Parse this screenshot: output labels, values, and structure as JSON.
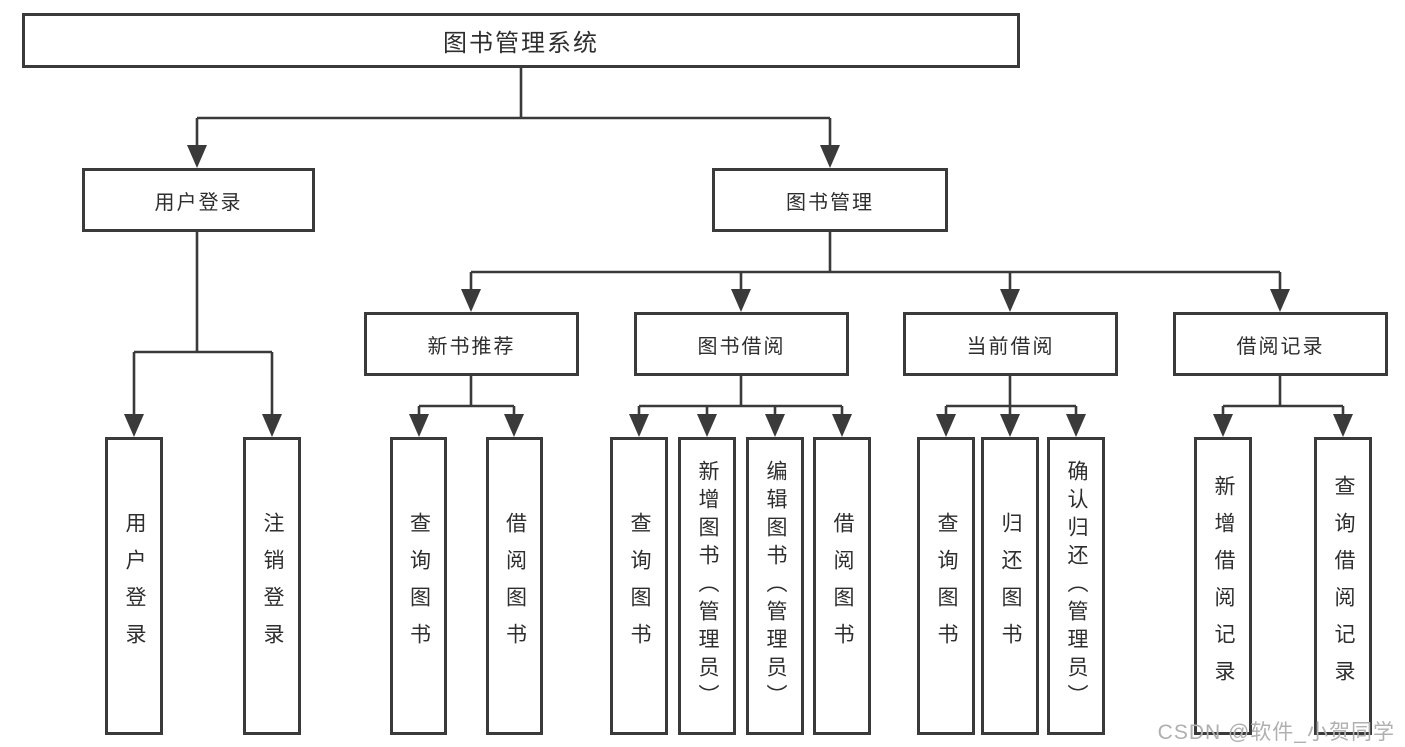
{
  "diagram": {
    "root": {
      "label": "图书管理系统"
    },
    "branches": [
      {
        "id": "user-login",
        "label": "用户登录",
        "children": [
          {
            "label": "用户登录"
          },
          {
            "label": "注销登录"
          }
        ]
      },
      {
        "id": "book-management",
        "label": "图书管理",
        "groups": [
          {
            "label": "新书推荐",
            "children": [
              {
                "label": "查询图书"
              },
              {
                "label": "借阅图书"
              }
            ]
          },
          {
            "label": "图书借阅",
            "children": [
              {
                "label": "查询图书"
              },
              {
                "label": "新增图书（管理员）"
              },
              {
                "label": "编辑图书（管理员）"
              },
              {
                "label": "借阅图书"
              }
            ]
          },
          {
            "label": "当前借阅",
            "children": [
              {
                "label": "查询图书"
              },
              {
                "label": "归还图书"
              },
              {
                "label": "确认归还（管理员）"
              }
            ]
          },
          {
            "label": "借阅记录",
            "children": [
              {
                "label": "新增借阅记录"
              },
              {
                "label": "查询借阅记录"
              }
            ]
          }
        ]
      }
    ]
  },
  "watermark": {
    "text": "CSDN @软件_小贺同学",
    "color": "#b0b0b0"
  },
  "colors": {
    "line": "#3a3a3a",
    "text": "#2e2e2e",
    "background": "#ffffff",
    "box_fill": "#ffffff"
  }
}
